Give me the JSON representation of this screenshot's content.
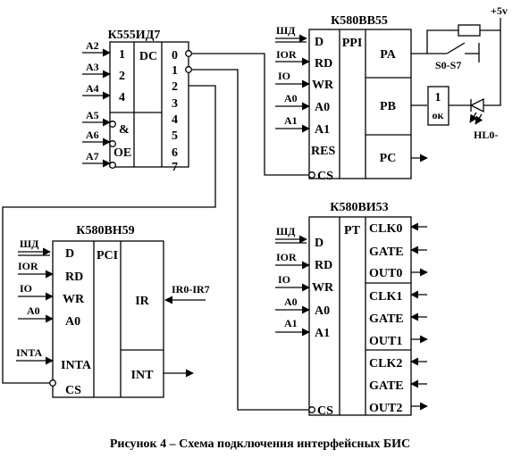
{
  "caption": "Рисунок 4 – Схема подключения интерфейсных БИС",
  "supply": "+5v",
  "chips": {
    "decoder": {
      "title": "К555ИД7",
      "function": "DC",
      "enable_function": "&",
      "enable_output": "OE",
      "address_inputs": [
        "1",
        "2",
        "4"
      ],
      "outputs": [
        "0",
        "1",
        "2",
        "3",
        "4",
        "5",
        "6",
        "7"
      ],
      "input_signals": [
        "А2",
        "А3",
        "А4",
        "А5",
        "А6",
        "А7"
      ]
    },
    "ppi": {
      "title": "К580ВВ55",
      "function": "PPI",
      "inputs": [
        "D",
        "RD",
        "WR",
        "A0",
        "A1",
        "RES",
        "CS"
      ],
      "ports": [
        "PA",
        "PB",
        "PC"
      ],
      "signals": [
        "ШД",
        "IOR",
        "IO",
        "А0",
        "А1"
      ]
    },
    "pit": {
      "title": "К580ВИ53",
      "function": "PT",
      "inputs": [
        "D",
        "RD",
        "WR",
        "A0",
        "A1",
        "CS"
      ],
      "channels": [
        "CLK0",
        "GATE",
        "OUT0",
        "CLK1",
        "GATE",
        "OUT1",
        "CLK2",
        "GATE",
        "OUT2"
      ],
      "signals": [
        "ШД",
        "IOR",
        "IO",
        "А0",
        "А1"
      ]
    },
    "pic": {
      "title": "К580ВН59",
      "function": "PCI",
      "inputs": [
        "D",
        "RD",
        "WR",
        "A0",
        "INTA",
        "CS"
      ],
      "outputs": [
        "IR",
        "INT"
      ],
      "signals": [
        "ШД",
        "IOR",
        "IO",
        "А0",
        "INTA"
      ],
      "ir_signal": "IR0-IR7"
    }
  },
  "peripherals": {
    "switches_label": "S0-S7",
    "led_label": "HL0-",
    "driver_label": "1",
    "driver_type": "ок"
  }
}
